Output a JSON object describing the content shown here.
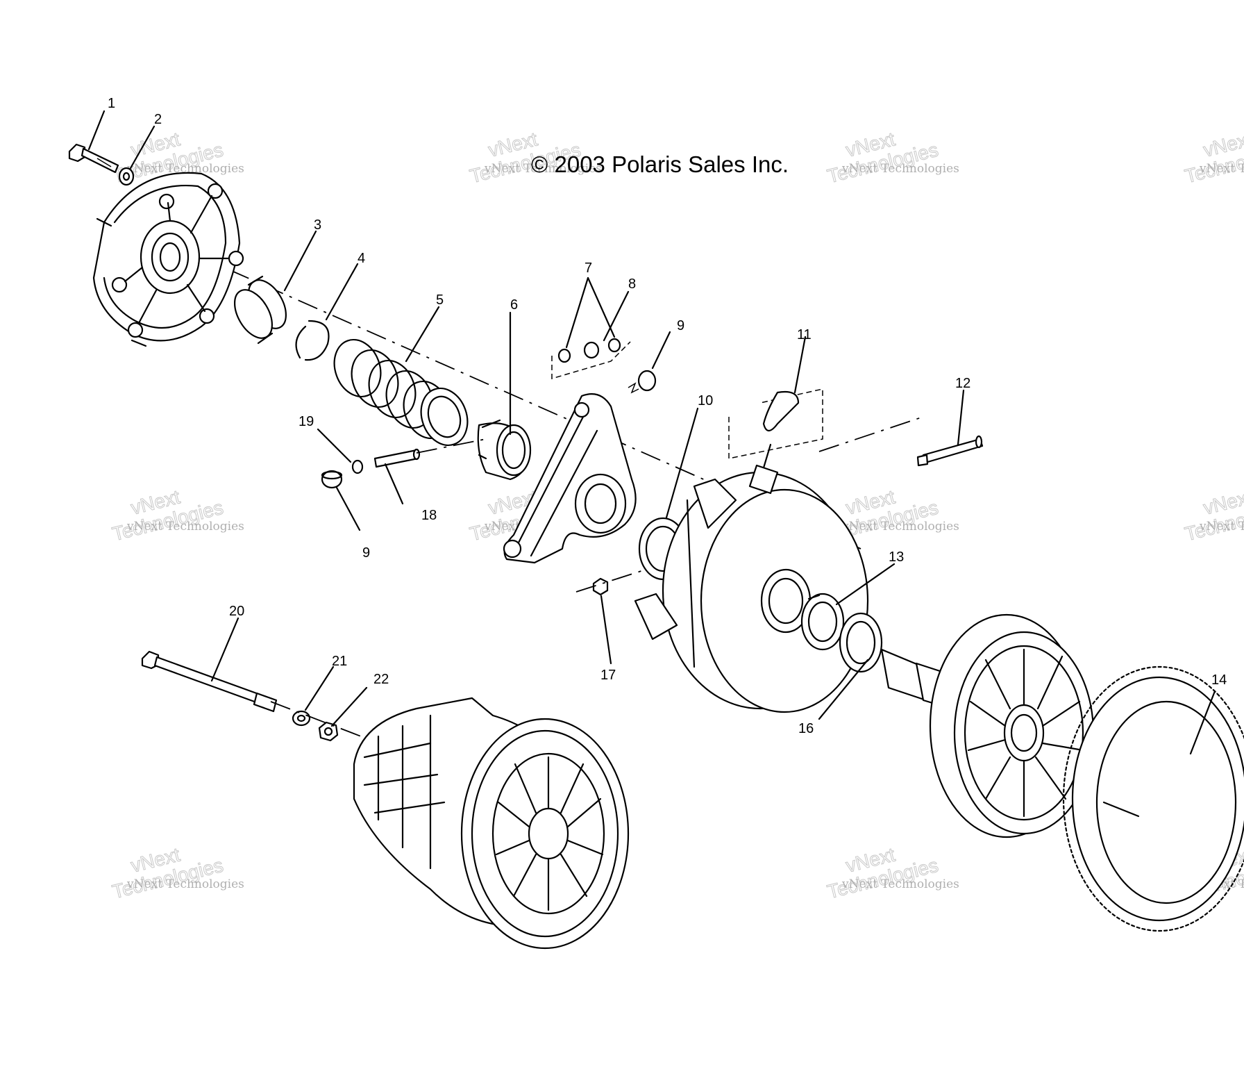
{
  "copyright": "© 2003 Polaris Sales Inc.",
  "watermark": {
    "small": "vNext Technologies",
    "large_1": "vNext",
    "large_2": "Technologies"
  },
  "callouts": [
    "1",
    "2",
    "3",
    "4",
    "5",
    "6",
    "7",
    "8",
    "9",
    "19",
    "18",
    "9",
    "10",
    "11",
    "12",
    "13",
    "17",
    "20",
    "21",
    "22",
    "16",
    "14"
  ],
  "colors": {
    "ink": "#000000",
    "paper": "#ffffff",
    "watermark": "#c8c8c8"
  }
}
